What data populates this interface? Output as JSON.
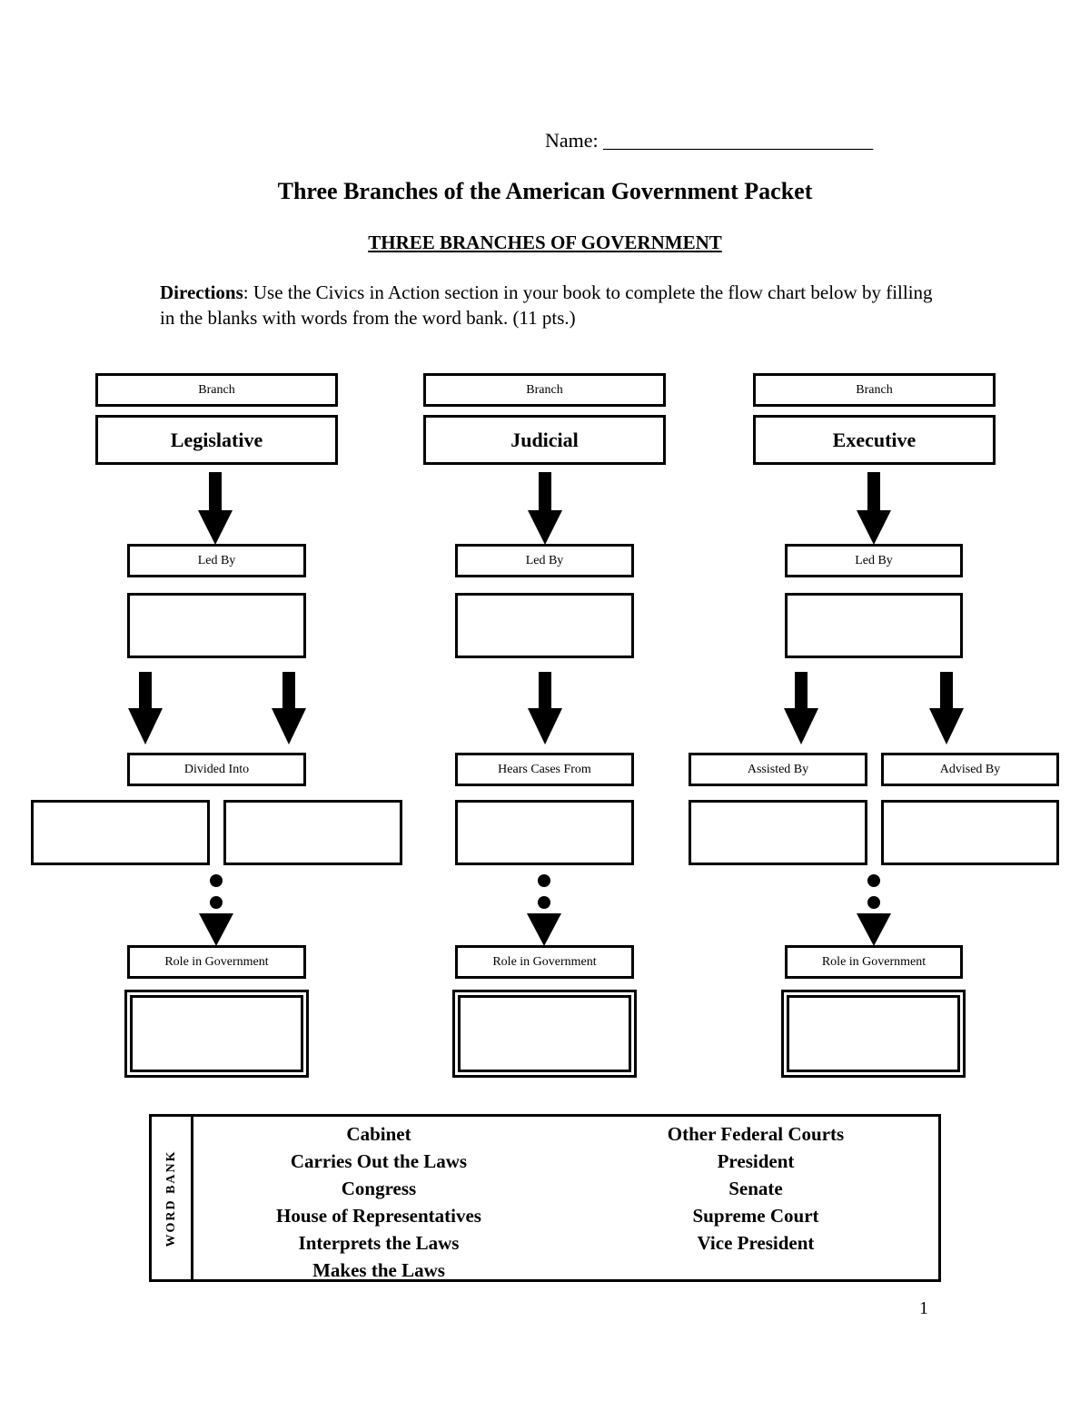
{
  "header": {
    "name_label": "Name: ___________________________",
    "title": "Three Branches of the American Government Packet",
    "subtitle": "THREE BRANCHES OF GOVERNMENT",
    "directions_label": "Directions",
    "directions_text": ": Use the Civics in Action section in your book to complete the flow chart below by filling in the blanks with words from the word bank. (11 pts.)"
  },
  "chart": {
    "legislative": {
      "branch_label": "Branch",
      "name": "Legislative",
      "led_by_label": "Led By",
      "sub_label": "Divided Into",
      "role_label": "Role in Government"
    },
    "judicial": {
      "branch_label": "Branch",
      "name": "Judicial",
      "led_by_label": "Led By",
      "sub_label": "Hears Cases From",
      "role_label": "Role in Government"
    },
    "executive": {
      "branch_label": "Branch",
      "name": "Executive",
      "led_by_label": "Led By",
      "sub_label_left": "Assisted By",
      "sub_label_right": "Advised By",
      "role_label": "Role in Government"
    }
  },
  "word_bank": {
    "side_label": "WORD BANK",
    "left": [
      "Cabinet",
      "Carries Out the Laws",
      "Congress",
      "House of Representatives",
      "Interprets the Laws",
      "Makes the Laws"
    ],
    "right": [
      "Other Federal Courts",
      "President",
      "Senate",
      "Supreme Court",
      "Vice President"
    ]
  },
  "footer": {
    "page_number": "1"
  }
}
